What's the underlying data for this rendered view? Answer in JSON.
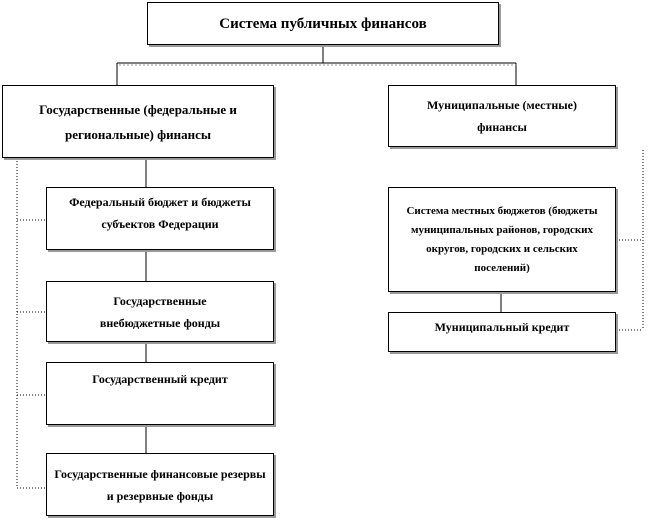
{
  "title": "Система публичных финансов",
  "state_finance": "Государственные (федеральные и региональные) финансы",
  "municipal_finance": "Муниципальные (местные) финансы",
  "state_items": [
    "Федеральный бюджет и бюджеты субъектов Федерации",
    "Государственные внебюджетные фонды",
    "Государственный кредит",
    "Государственные финансовые резервы и резервные фонды"
  ],
  "municipal_items": [
    "Система местных бюджетов (бюджеты муниципальных районов, городских округов, городских и сельских поселений)",
    "Муниципальный кредит"
  ]
}
